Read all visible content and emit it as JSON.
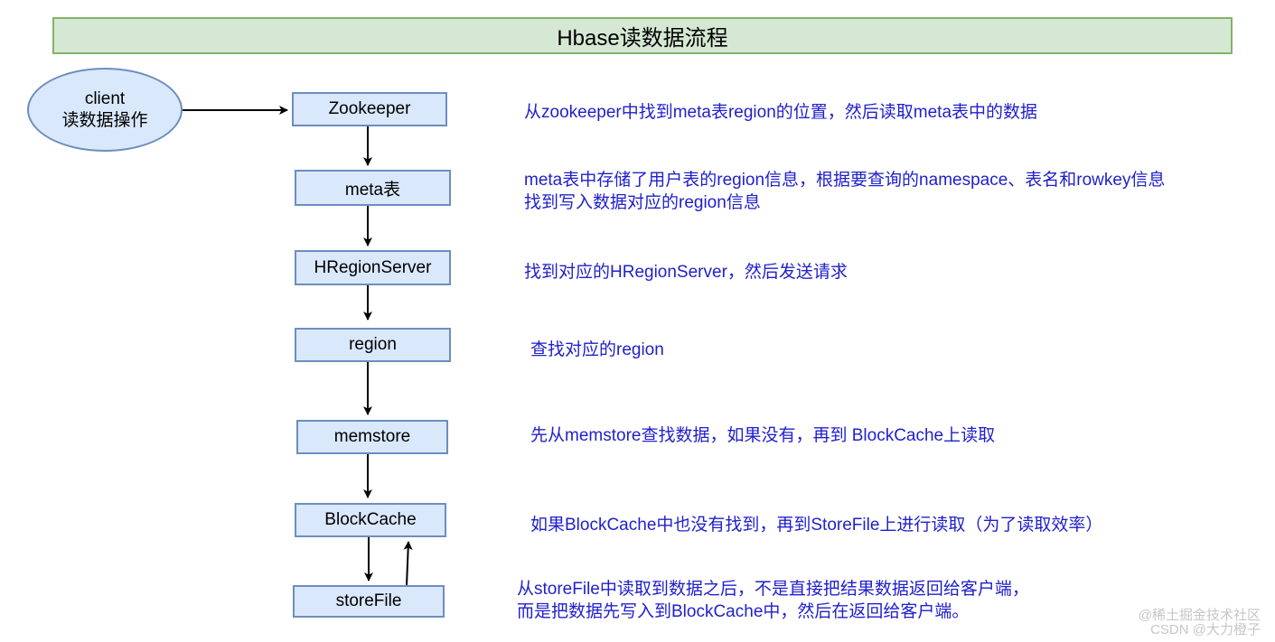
{
  "title": "Hbase读数据流程",
  "client": {
    "line1": "client",
    "line2": "读数据操作"
  },
  "nodes": [
    {
      "label": "Zookeeper"
    },
    {
      "label": "meta表"
    },
    {
      "label": "HRegionServer"
    },
    {
      "label": "region"
    },
    {
      "label": "memstore"
    },
    {
      "label": "BlockCache"
    },
    {
      "label": "storeFile"
    }
  ],
  "descriptions": [
    {
      "lines": [
        "从zookeeper中找到meta表region的位置，然后读取meta表中的数据"
      ]
    },
    {
      "lines": [
        "meta表中存储了用户表的region信息，根据要查询的namespace、表名和rowkey信息",
        "找到写入数据对应的region信息"
      ]
    },
    {
      "lines": [
        "找到对应的HRegionServer，然后发送请求"
      ]
    },
    {
      "lines": [
        "查找对应的region"
      ]
    },
    {
      "lines": [
        "先从memstore查找数据，如果没有，再到 BlockCache上读取"
      ]
    },
    {
      "lines": [
        "如果BlockCache中也没有找到，再到StoreFile上进行读取（为了读取效率）"
      ]
    },
    {
      "lines": [
        "从storeFile中读取到数据之后，不是直接把结果数据返回给客户端，",
        "而是把数据先写入到BlockCache中，然后在返回给客户端。"
      ]
    }
  ],
  "watermark": {
    "line1": "@稀土掘金技术社区",
    "line2": "CSDN @大力橙子"
  },
  "colors": {
    "title_fill": "#d5e8d4",
    "title_border": "#82b366",
    "node_fill": "#dae8fc",
    "node_border": "#6c8ebf",
    "description_text": "#1f1fcc"
  }
}
